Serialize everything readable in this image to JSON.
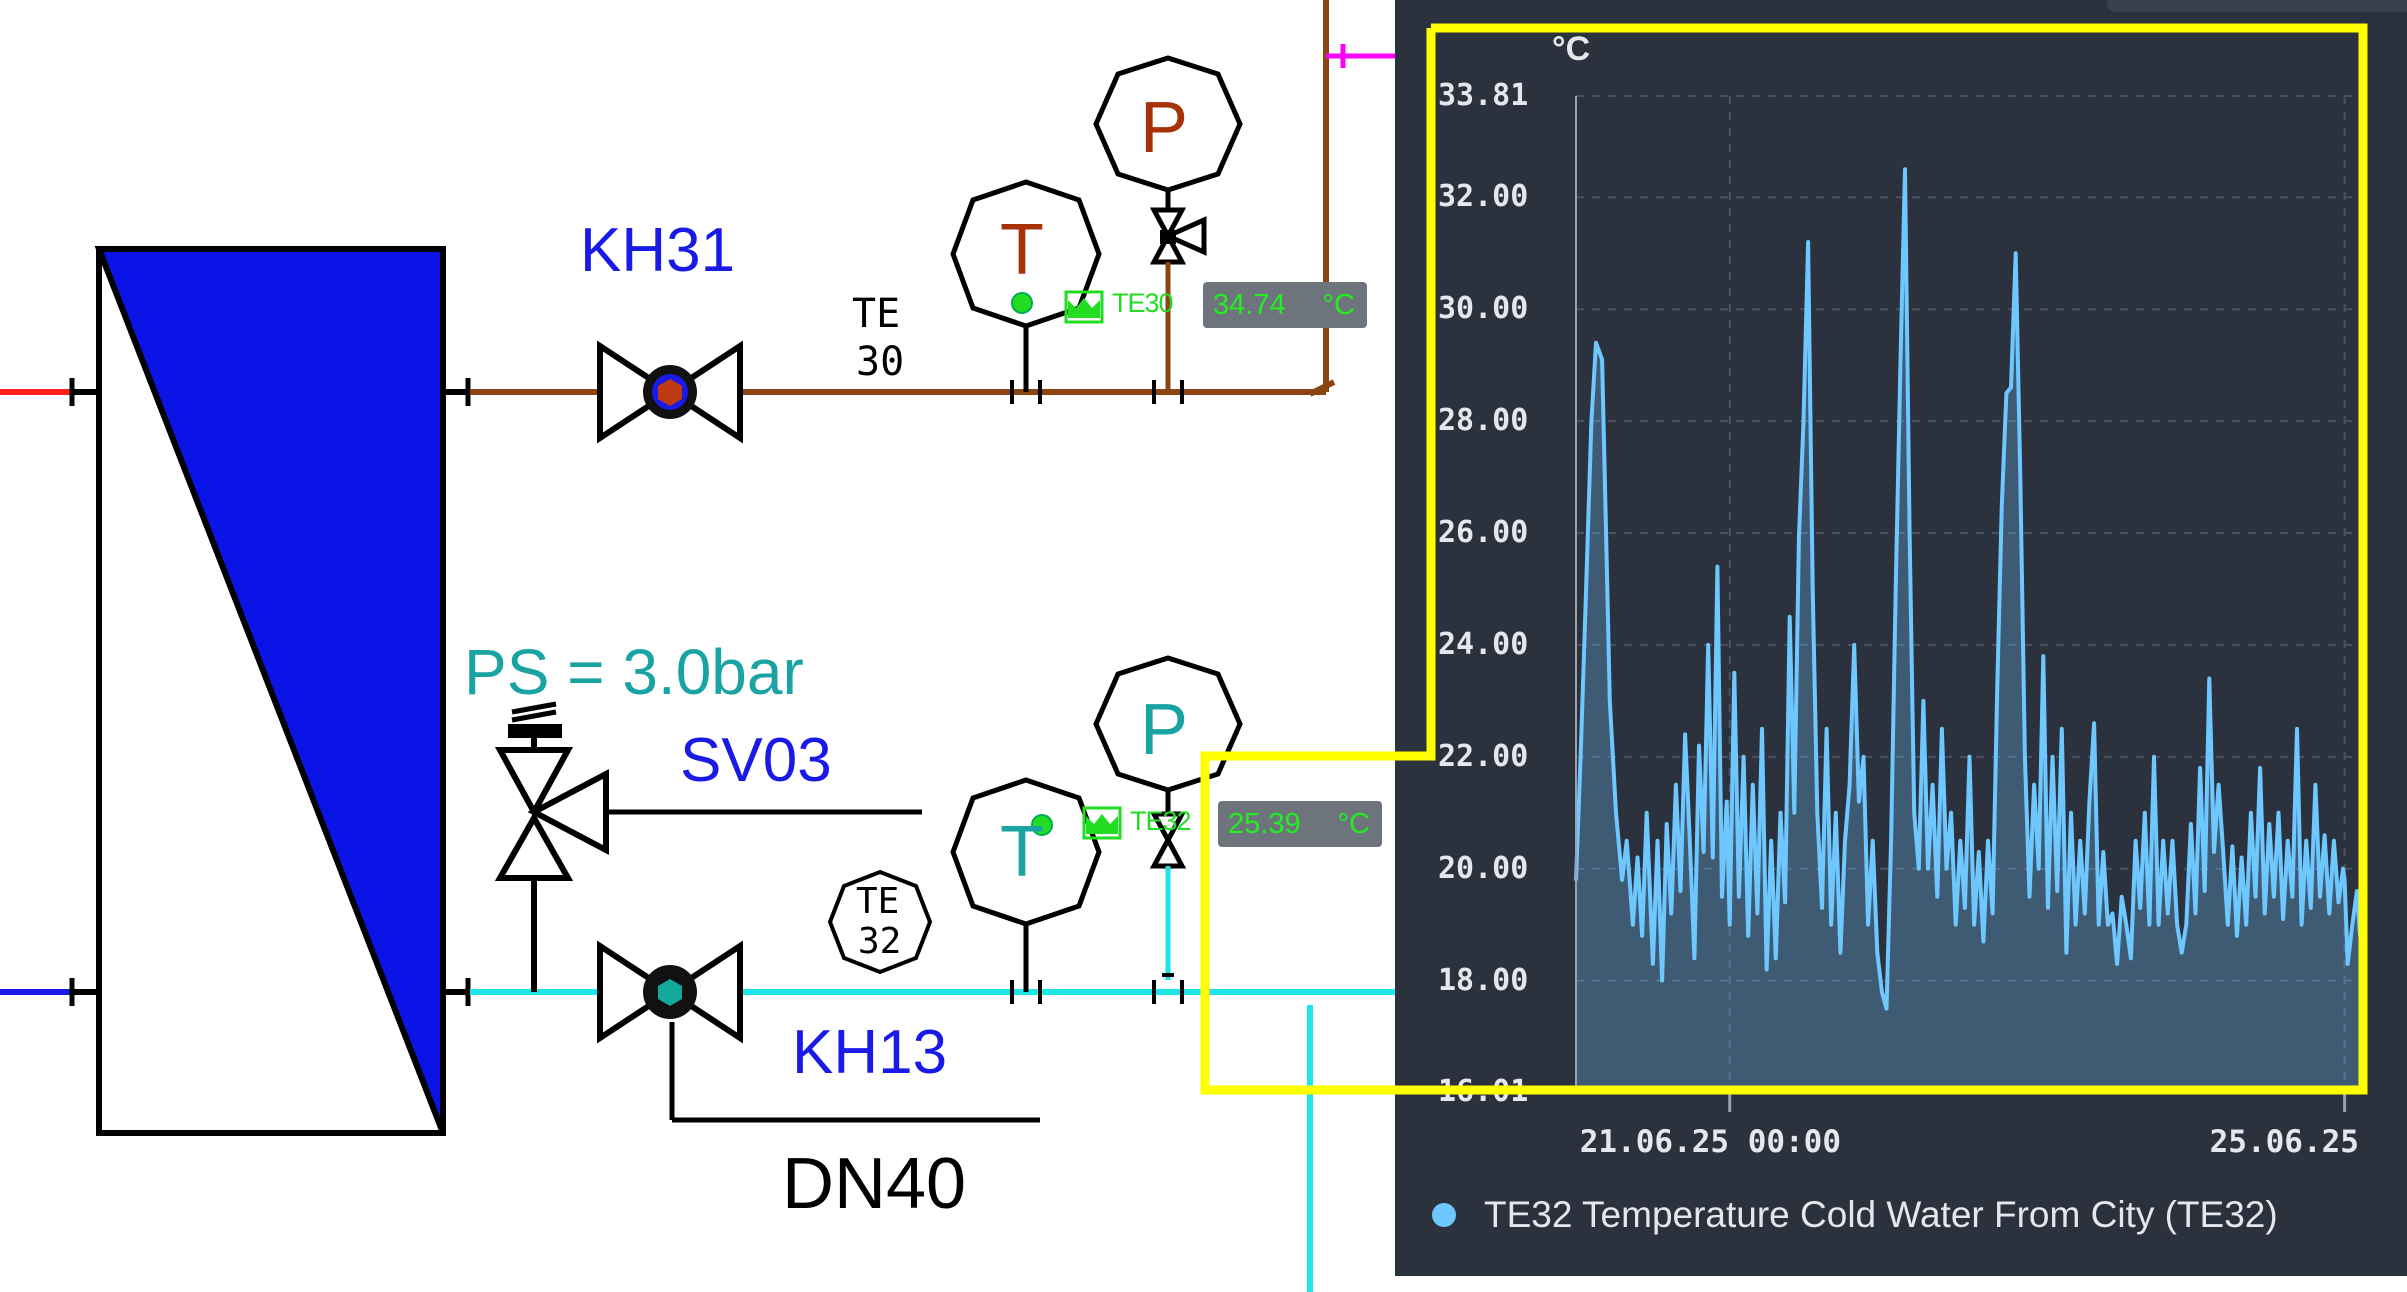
{
  "diagram": {
    "valve_kh31_label": "KH31",
    "valve_kh13_label": "KH13",
    "relief_valve_label": "SV03",
    "relief_pressure_label": "PS = 3.0bar",
    "pipe_size_label": "DN40",
    "gauge_t_letter": "T",
    "gauge_p_letter": "P",
    "tag_te30_line1": "TE",
    "tag_te30_line2": "30",
    "tag_te32_line1": "TE",
    "tag_te32_line2": "32",
    "te30_readout": {
      "tag": "TE30",
      "value": "34.74",
      "unit": "°C"
    },
    "te32_readout": {
      "tag": "TE32",
      "value": "25.39",
      "unit": "°C"
    },
    "colors": {
      "hot_pipe": "#8b4513",
      "cold_pipe": "#1ee6e6",
      "exchanger_fill": "#0a14e6",
      "hot_gauge_letter": "#a83208",
      "cold_gauge_letter": "#1aa3a3",
      "highlight_frame": "#ffff00",
      "magenta_line": "#ff00ff"
    }
  },
  "chart_panel": {
    "unit_label": "°C",
    "legend_label": "TE32 Temperature Cold Water From City (TE32)",
    "series_color": "#6ec8ff",
    "background": "#2b313d"
  },
  "chart_data": {
    "type": "area",
    "title": "",
    "xlabel": "",
    "ylabel": "°C",
    "ylim": [
      16.01,
      33.81
    ],
    "y_ticks": [
      "33.81",
      "32.00",
      "30.00",
      "28.00",
      "26.00",
      "24.00",
      "22.00",
      "20.00",
      "18.00",
      "16.01"
    ],
    "x_ticks": [
      "21.06.25 00:00",
      "25.06.25"
    ],
    "x_range_days": [
      -1.0,
      4.1
    ],
    "grid": true,
    "legend_position": "bottom",
    "series": [
      {
        "name": "TE32 Temperature Cold Water From City (TE32)",
        "x_days_from_21_06_25_00_00": [
          -1.0,
          -0.97,
          -0.94,
          -0.9,
          -0.87,
          -0.83,
          -0.8,
          -0.78,
          -0.74,
          -0.7,
          -0.67,
          -0.63,
          -0.6,
          -0.57,
          -0.54,
          -0.5,
          -0.47,
          -0.44,
          -0.41,
          -0.38,
          -0.35,
          -0.32,
          -0.29,
          -0.26,
          -0.23,
          -0.2,
          -0.17,
          -0.14,
          -0.11,
          -0.08,
          -0.05,
          -0.02,
          0.0,
          0.03,
          0.06,
          0.09,
          0.12,
          0.15,
          0.18,
          0.21,
          0.24,
          0.27,
          0.3,
          0.33,
          0.36,
          0.39,
          0.42,
          0.45,
          0.48,
          0.51,
          0.54,
          0.57,
          0.6,
          0.63,
          0.66,
          0.69,
          0.72,
          0.75,
          0.78,
          0.81,
          0.84,
          0.87,
          0.9,
          0.93,
          0.96,
          0.99,
          1.02,
          1.05,
          1.08,
          1.11,
          1.14,
          1.17,
          1.2,
          1.23,
          1.26,
          1.29,
          1.32,
          1.35,
          1.38,
          1.41,
          1.44,
          1.47,
          1.5,
          1.53,
          1.56,
          1.59,
          1.62,
          1.65,
          1.68,
          1.71,
          1.74,
          1.77,
          1.8,
          1.83,
          1.86,
          1.89,
          1.92,
          1.95,
          1.98,
          2.01,
          2.04,
          2.07,
          2.1,
          2.13,
          2.16,
          2.19,
          2.22,
          2.25,
          2.28,
          2.31,
          2.34,
          2.37,
          2.4,
          2.43,
          2.46,
          2.49,
          2.52,
          2.55,
          2.58,
          2.61,
          2.64,
          2.67,
          2.7,
          2.73,
          2.76,
          2.79,
          2.82,
          2.85,
          2.88,
          2.91,
          2.94,
          2.97,
          3.0,
          3.03,
          3.06,
          3.09,
          3.12,
          3.15,
          3.18,
          3.21,
          3.24,
          3.27,
          3.3,
          3.33,
          3.36,
          3.39,
          3.42,
          3.45,
          3.48,
          3.51,
          3.54,
          3.57,
          3.6,
          3.63,
          3.66,
          3.69,
          3.72,
          3.75,
          3.78,
          3.81,
          3.84,
          3.87,
          3.9,
          3.93,
          3.96,
          3.99,
          4.0,
          4.02,
          4.05,
          4.08,
          4.1
        ],
        "values": [
          19.8,
          22.0,
          24.5,
          28.0,
          29.4,
          29.1,
          25.5,
          23.0,
          21.0,
          19.8,
          20.5,
          19.0,
          20.2,
          18.8,
          21.0,
          18.3,
          20.5,
          18.0,
          20.8,
          19.2,
          21.5,
          19.6,
          22.4,
          20.5,
          18.4,
          22.2,
          20.3,
          24.0,
          20.2,
          25.4,
          19.5,
          21.2,
          19.0,
          23.5,
          19.5,
          22.0,
          18.8,
          21.5,
          19.2,
          22.5,
          18.2,
          20.5,
          18.4,
          21.0,
          19.4,
          24.5,
          21.0,
          25.9,
          28.0,
          31.2,
          25.0,
          21.0,
          19.3,
          22.5,
          19.0,
          21.0,
          18.5,
          20.5,
          21.5,
          24.0,
          21.2,
          22.0,
          19.0,
          20.5,
          18.5,
          17.8,
          17.5,
          20.5,
          25.0,
          29.0,
          32.5,
          26.0,
          21.0,
          20.0,
          23.0,
          20.0,
          21.5,
          19.5,
          22.5,
          20.0,
          21.0,
          19.0,
          20.5,
          19.3,
          22.0,
          19.0,
          20.3,
          18.7,
          20.5,
          19.2,
          23.2,
          26.5,
          28.5,
          28.6,
          31.0,
          27.0,
          22.0,
          19.5,
          21.5,
          20.0,
          23.8,
          19.3,
          22.0,
          19.6,
          22.5,
          18.5,
          21.0,
          19.0,
          20.5,
          19.2,
          21.2,
          22.6,
          19.0,
          20.3,
          19.0,
          19.2,
          18.3,
          19.5,
          19.0,
          18.4,
          20.5,
          19.3,
          21.0,
          19.0,
          22.0,
          19.0,
          20.5,
          19.2,
          20.5,
          19.0,
          18.5,
          19.0,
          20.8,
          19.2,
          21.8,
          19.6,
          23.4,
          20.3,
          21.5,
          20.3,
          19.0,
          20.4,
          18.8,
          20.2,
          19.0,
          21.0,
          19.5,
          21.8,
          19.2,
          20.8,
          19.5,
          21.0,
          19.1,
          20.5,
          19.5,
          22.5,
          19.0,
          20.5,
          19.3,
          21.5,
          19.5,
          20.6,
          19.2,
          20.5,
          19.4,
          20.0,
          19.8,
          18.3,
          19.0,
          19.6,
          18.8
        ]
      }
    ]
  }
}
